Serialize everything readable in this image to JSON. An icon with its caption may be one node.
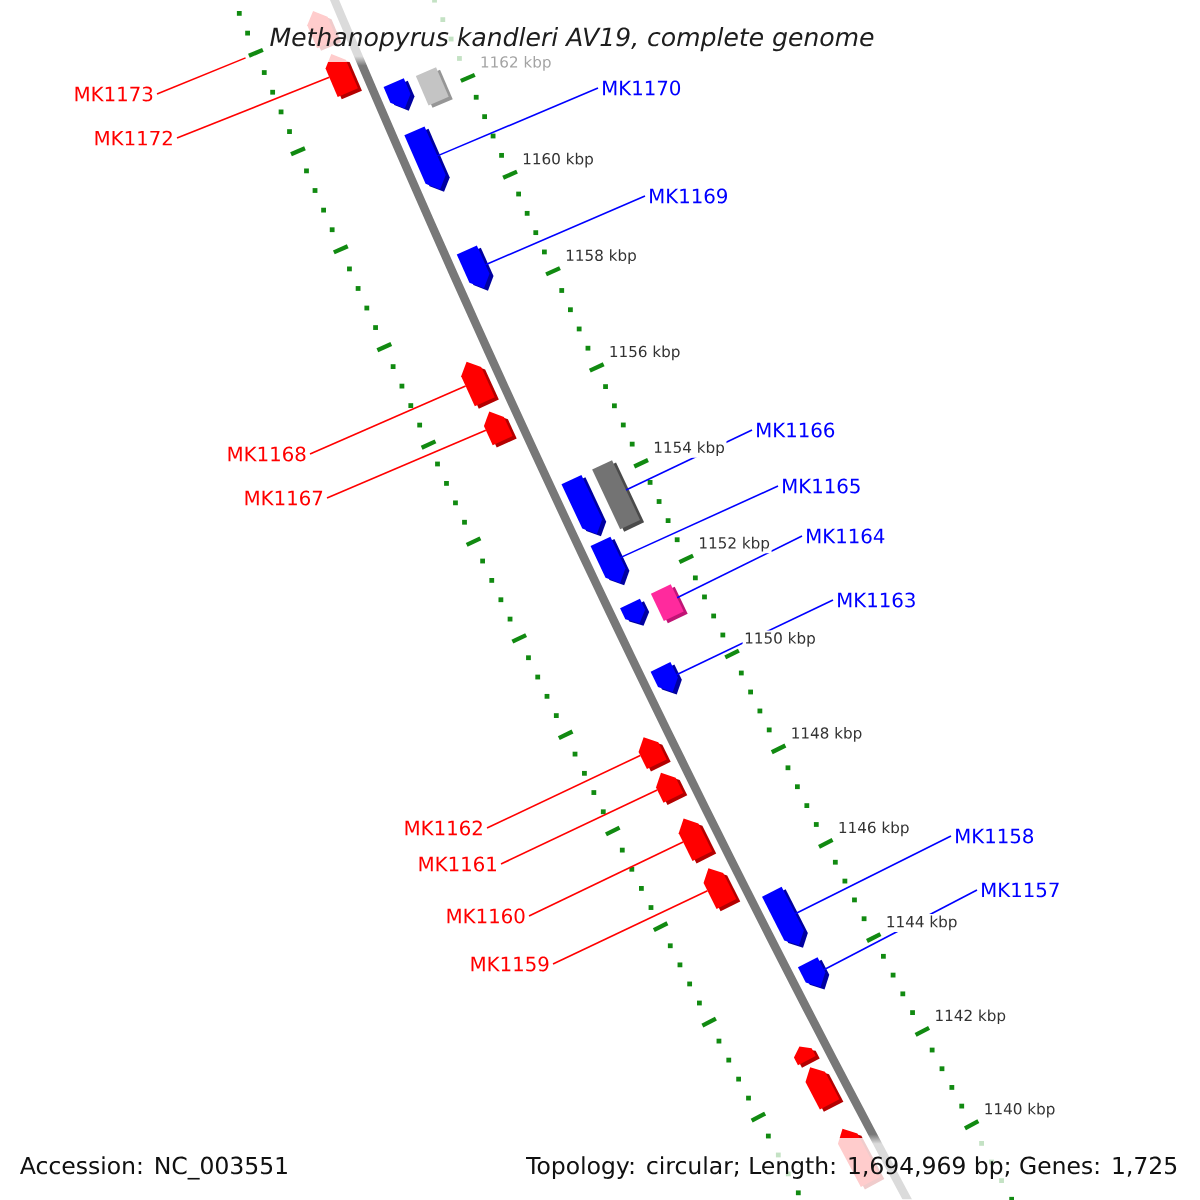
{
  "diagram": {
    "title": "Methanopyrus kandleri AV19, complete genome",
    "nodes": [
      {
        "text": [
          "MK1170"
        ]
      },
      {
        "text": [
          "MK1173"
        ]
      },
      {
        "text": [
          "MK1172"
        ]
      },
      {
        "text": [
          "MK1169"
        ]
      },
      {
        "text": [
          "MK1166"
        ]
      },
      {
        "text": [
          "MK1168"
        ]
      },
      {
        "text": [
          "MK1165"
        ]
      },
      {
        "text": [
          "MK1167"
        ]
      },
      {
        "text": [
          "MK1164"
        ]
      },
      {
        "text": [
          "MK1163"
        ]
      },
      {
        "text": [
          "MK1162"
        ]
      },
      {
        "text": [
          "MK1158"
        ]
      },
      {
        "text": [
          "MK1161"
        ]
      },
      {
        "text": [
          "MK1157"
        ]
      },
      {
        "text": [
          "MK1160"
        ]
      },
      {
        "text": [
          "MK1159"
        ]
      },
      {
        "text": [],
        "shape": "pentagon"
      },
      {
        "text": [],
        "shape": "pentagon"
      },
      {
        "text": [],
        "shape": "box"
      },
      {
        "text": [],
        "shape": "pentagon"
      },
      {
        "text": [],
        "shape": "pentagon"
      },
      {
        "text": [],
        "shape": "pentagon"
      },
      {
        "text": [],
        "shape": "pentagon"
      },
      {
        "text": [],
        "shape": "pentagon"
      },
      {
        "text": [],
        "shape": "box"
      },
      {
        "text": [],
        "shape": "pentagon"
      },
      {
        "text": [],
        "shape": "pentagon"
      },
      {
        "text": [],
        "shape": "box"
      },
      {
        "text": [],
        "shape": "pentagon"
      },
      {
        "text": [],
        "shape": "pentagon"
      },
      {
        "text": [],
        "shape": "pentagon"
      },
      {
        "text": [],
        "shape": "pentagon"
      },
      {
        "text": [],
        "shape": "pentagon"
      },
      {
        "text": [],
        "shape": "pentagon"
      },
      {
        "text": [],
        "shape": "pentagon"
      },
      {
        "text": [],
        "shape": "pentagon"
      },
      {
        "text": [],
        "shape": "pentagon"
      },
      {
        "text": [],
        "shape": "pentagon"
      },
      {
        "text": [],
        "shape": "pentagon"
      }
    ],
    "edges": [
      {
        "from": 0,
        "to": 20,
        "arrow": "none",
        "color": "#0000ff"
      },
      {
        "from": 1,
        "to": 16,
        "arrow": "none",
        "color": "#ff0000"
      },
      {
        "from": 2,
        "to": 17,
        "arrow": "none",
        "color": "#ff0000"
      },
      {
        "from": 3,
        "to": 21,
        "arrow": "none",
        "color": "#0000ff"
      },
      {
        "from": 4,
        "to": 24,
        "arrow": "none",
        "color": "#0000ff"
      },
      {
        "from": 5,
        "to": 22,
        "arrow": "none",
        "color": "#ff0000"
      },
      {
        "from": 6,
        "to": 26,
        "arrow": "none",
        "color": "#0000ff"
      },
      {
        "from": 7,
        "to": 23,
        "arrow": "none",
        "color": "#ff0000"
      },
      {
        "from": 8,
        "to": 27,
        "arrow": "none",
        "color": "#0000ff"
      },
      {
        "from": 9,
        "to": 29,
        "arrow": "none",
        "color": "#0000ff"
      },
      {
        "from": 10,
        "to": 30,
        "arrow": "none",
        "color": "#ff0000"
      },
      {
        "from": 11,
        "to": 34,
        "arrow": "none",
        "color": "#0000ff"
      },
      {
        "from": 12,
        "to": 31,
        "arrow": "none",
        "color": "#ff0000"
      },
      {
        "from": 13,
        "to": 35,
        "arrow": "none",
        "color": "#0000ff"
      },
      {
        "from": 14,
        "to": 32,
        "arrow": "none",
        "color": "#ff0000"
      },
      {
        "from": 15,
        "to": 33,
        "arrow": "none",
        "color": "#ff0000"
      }
    ],
    "labels": [
      "1162 kbp",
      "1160 kbp",
      "1158 kbp",
      "1156 kbp",
      "1154 kbp",
      "1152 kbp",
      "1150 kbp",
      "1148 kbp",
      "1146 kbp",
      "1144 kbp",
      "1142 kbp",
      "1140 kbp",
      "Accession: NC_003551",
      "Topology: circular; Length: 1,694,969 bp; Genes: 1,725"
    ]
  }
}
